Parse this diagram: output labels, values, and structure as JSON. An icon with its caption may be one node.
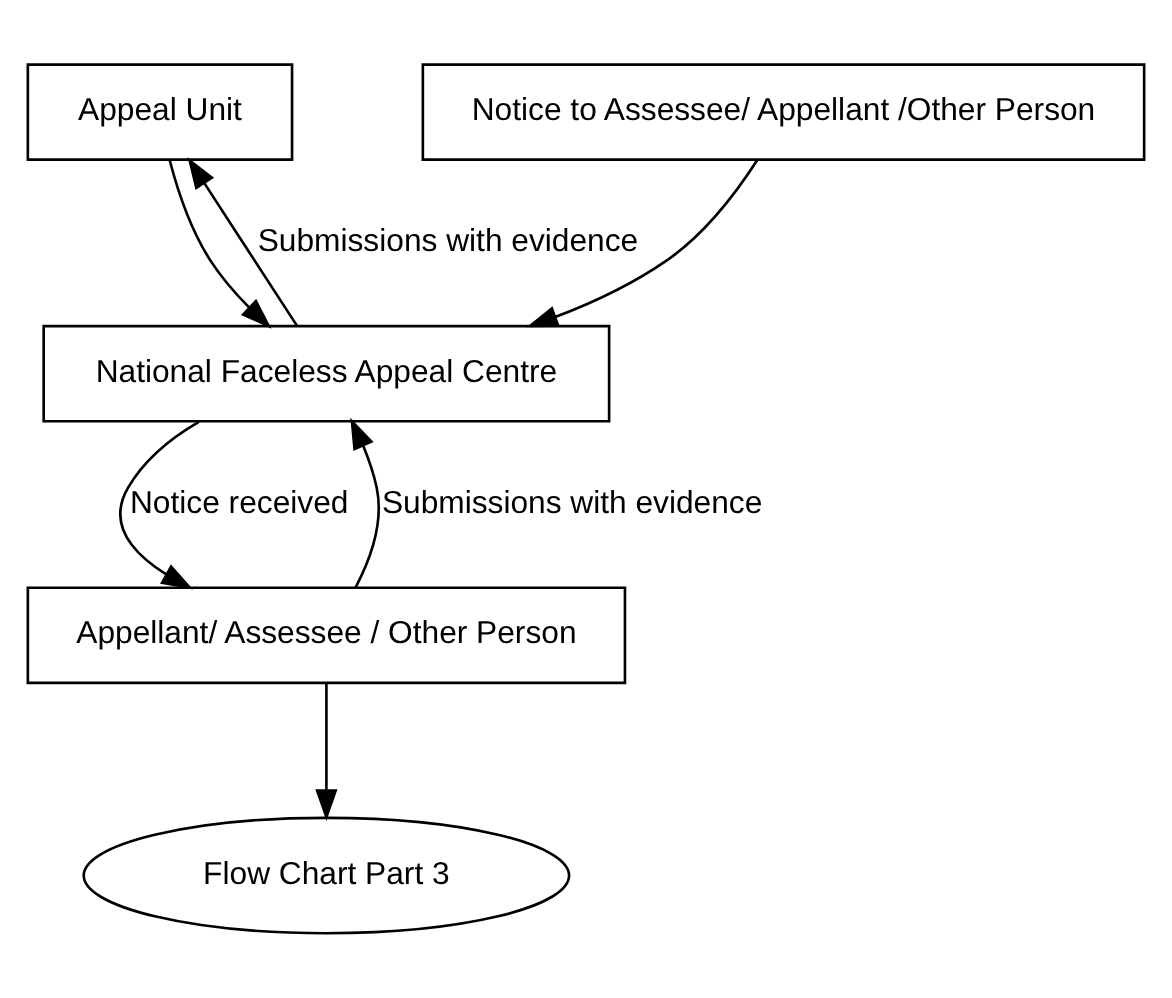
{
  "diagram": {
    "nodes": [
      {
        "text": [
          "Appeal Unit"
        ]
      },
      {
        "text": [
          "Notice to Assessee/ Appellant /Other Person"
        ]
      },
      {
        "text": [
          "National Faceless Appeal Centre"
        ]
      },
      {
        "text": [
          "Appellant/ Assessee / Other Person"
        ]
      },
      {
        "text": [
          "Flow Chart Part 3"
        ]
      }
    ],
    "edges": [
      {
        "from": 2,
        "to": 0,
        "arrow": "to",
        "label": "Submissions with evidence"
      },
      {
        "from": 0,
        "to": 2,
        "arrow": "to"
      },
      {
        "from": 1,
        "to": 2,
        "arrow": "to"
      },
      {
        "from": 3,
        "to": 2,
        "arrow": "to",
        "label": "Submissions with evidence"
      },
      {
        "from": 2,
        "to": 3,
        "arrow": "to",
        "label": "Notice received"
      },
      {
        "from": 3,
        "to": 4,
        "arrow": "to"
      }
    ]
  }
}
